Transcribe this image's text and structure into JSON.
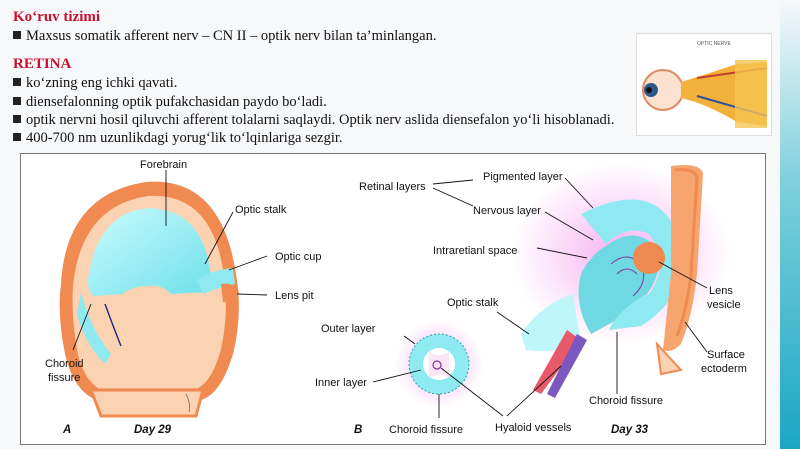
{
  "header": {
    "title": "Ko‘ruv tizimi",
    "line1": "Maxsus somatik afferent nerv – CN II – optik nerv bilan ta’minlangan."
  },
  "retina": {
    "title": "RETINA",
    "bullets": [
      "ko‘zning eng ichki qavati.",
      "diensefalonning optik pufakchasidan paydo bo‘ladi.",
      "optik nervni hosil qiluvchi afferent tolalarni saqlaydi. Optik nerv aslida diensefalon yo‘li hisoblanadi.",
      "400-700 nm uzunlikdagi yorug‘lik to‘lqinlariga sezgir."
    ]
  },
  "thumbnail": {
    "caption": "OPTIC NERVE"
  },
  "figure": {
    "a": {
      "letter": "A",
      "day": "Day 29",
      "labels": {
        "forebrain": "Forebrain",
        "optic_stalk": "Optic stalk",
        "optic_cup": "Optic cup",
        "lens_pit": "Lens pit",
        "choroid_1": "Choroid",
        "choroid_2": "fissure"
      }
    },
    "b": {
      "letter": "B",
      "day": "Day 33",
      "labels": {
        "retinal_layers": "Retinal layers",
        "pigmented_layer": "Pigmented layer",
        "nervous_layer": "Nervous layer",
        "intraretinal_space": "Intraretianl space",
        "optic_stalk": "Optic stalk",
        "outer_layer": "Outer layer",
        "inner_layer": "Inner layer",
        "choroid_fissure_small": "Choroid fissure",
        "hyaloid_vessels": "Hyaloid vessels",
        "choroid_fissure": "Choroid fissure",
        "lens_1": "Lens",
        "lens_2": "vesicle",
        "surface_1": "Surface",
        "surface_2": "ectoderm"
      }
    }
  },
  "colors": {
    "heading_red": "#c8102e",
    "tissue_orange": "#f08a50",
    "tissue_peach": "#fbd3b3",
    "cyan": "#8eeaf0",
    "magenta_glow": "#f6a8f0"
  }
}
